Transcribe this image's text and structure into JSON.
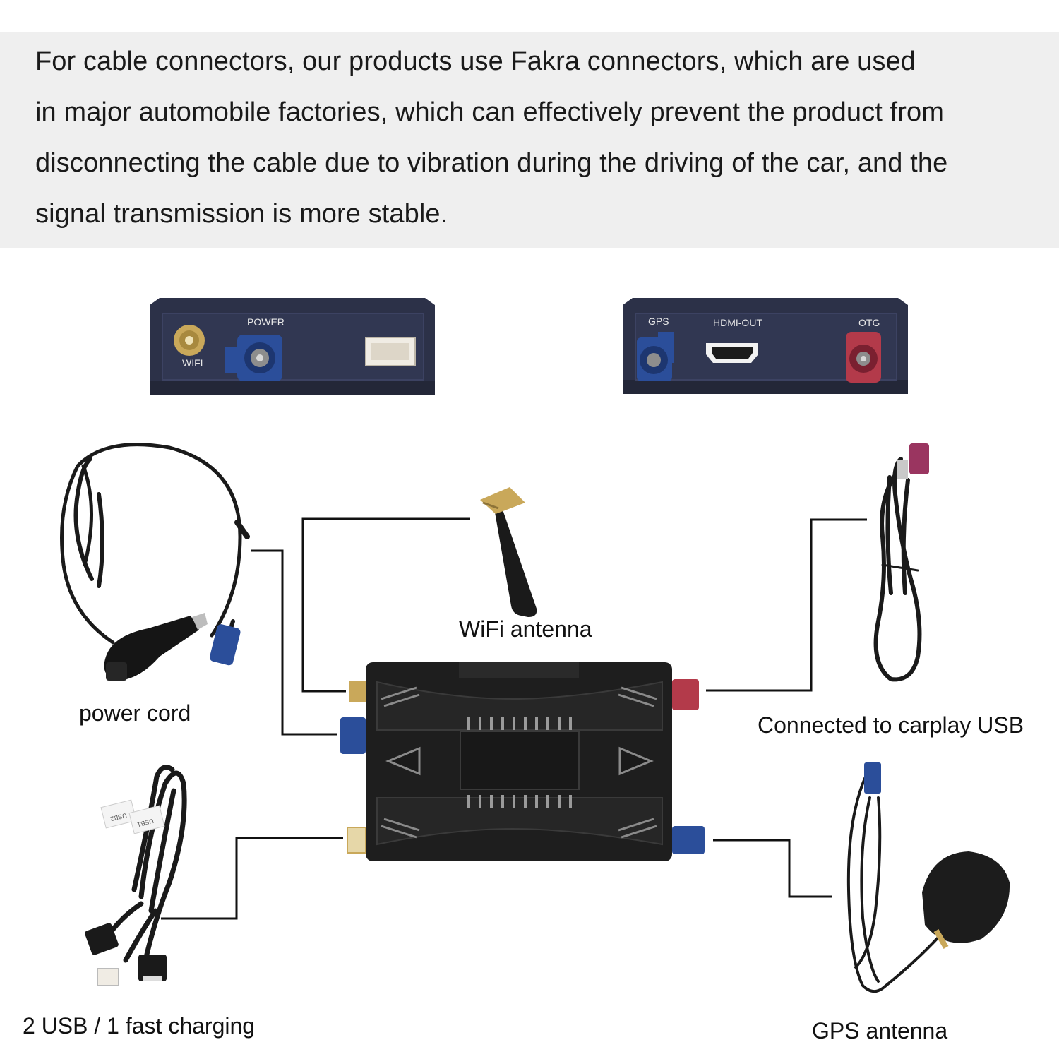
{
  "banner": {
    "lines": [
      "For cable connectors, our products use Fakra connectors, which are used",
      "in major automobile factories, which can effectively prevent the product from",
      "disconnecting the cable due to vibration during the driving of the car, and the",
      "signal transmission is more stable."
    ]
  },
  "panel_left": {
    "ports": [
      "WIFI",
      "POWER"
    ]
  },
  "panel_right": {
    "ports": [
      "GPS",
      "HDMI-OUT",
      "OTG"
    ]
  },
  "labels": {
    "wifi_antenna": "WiFi antenna",
    "power_cord": "power cord",
    "carplay_usb": "Connected to carplay USB",
    "usb_charging": "2 USB / 1 fast charging",
    "gps_antenna": "GPS antenna"
  },
  "usb_tags": [
    "USB1",
    "USB2"
  ],
  "colors": {
    "banner_bg": "#efefef",
    "panel": "#2c3148",
    "device_body": "#1e1e1e",
    "fakra_blue": "#2b4e9a",
    "fakra_red": "#b33a4a",
    "fakra_violet": "#9a3560",
    "gold": "#c9a85a"
  }
}
